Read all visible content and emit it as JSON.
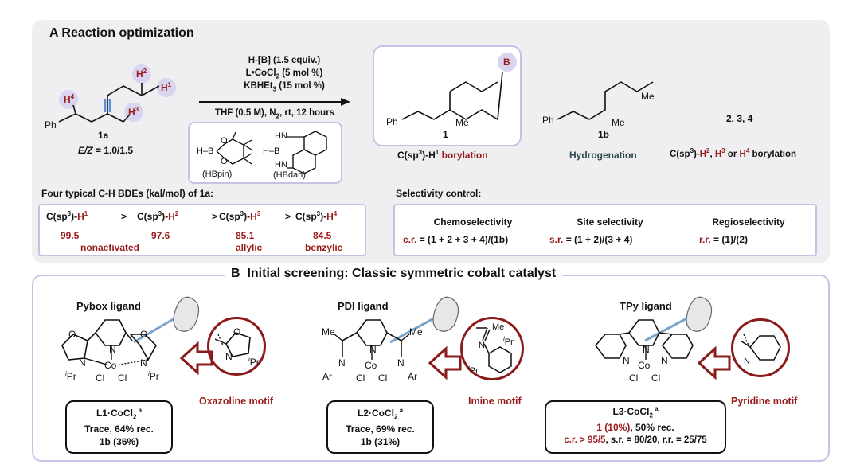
{
  "panelA": {
    "letter": "A",
    "title": "Reaction optimization",
    "substrate": {
      "label": "1a",
      "ratio_prefix": "E/Z",
      "ratio_value": " = 1.0/1.5",
      "ph": "Ph",
      "h1": "H",
      "h2": "H",
      "h3": "H",
      "h4": "H",
      "s1": "1",
      "s2": "2",
      "s3": "3",
      "s4": "4"
    },
    "conditions": {
      "line1": "H-[B] (1.5 equiv.)",
      "line2a": "L•CoCl",
      "line2b": "2",
      "line2c": " (5 mol %)",
      "line3a": "KBHEt",
      "line3b": "3",
      "line3c": " (15 mol %)",
      "line4a": "THF (0.5 M), N",
      "line4b": "2",
      "line4c": ", rt, 12 hours",
      "hbpin": "(HBpin)",
      "hbdan": "(HBdan)"
    },
    "product1": {
      "label": "1",
      "ph": "Ph",
      "me": "Me",
      "b": "B",
      "caption_a": "C(sp",
      "caption_b": "3",
      "caption_c": ")-H",
      "caption_d": "1",
      "caption_e": " borylation"
    },
    "product1b": {
      "label": "1b",
      "ph": "Ph",
      "me": "Me",
      "me2": "Me",
      "caption": "Hydrogenation"
    },
    "others": {
      "label": "2, 3, 4",
      "caption_a": "C(sp",
      "caption_b": "3",
      "caption_c": ")-",
      "caption_h2": "H",
      "caption_h2s": "2",
      "caption_mid": ", ",
      "caption_h3": "H",
      "caption_h3s": "3",
      "caption_or": " or ",
      "caption_h4": "H",
      "caption_h4s": "4",
      "caption_end": " borylation"
    },
    "bde": {
      "title": "Four typical C-H BDEs (kal/mol) of 1a:",
      "items": [
        {
          "pre": "C(sp",
          "sup": "3",
          "mid": ")-",
          "h": "H",
          "hs": "1",
          "value": "99.5"
        },
        {
          "pre": "C(sp",
          "sup": "3",
          "mid": ")-",
          "h": "H",
          "hs": "2",
          "value": "97.6"
        },
        {
          "pre": "C(sp",
          "sup": "3",
          "mid": ")-",
          "h": "H",
          "hs": "3",
          "value": "85.1"
        },
        {
          "pre": "C(sp",
          "sup": "3",
          "mid": ")-",
          "h": "H",
          "hs": "4",
          "value": "84.5"
        }
      ],
      "gt": ">",
      "tags": [
        "nonactivated",
        "allylic",
        "benzylic"
      ]
    },
    "selectivity": {
      "title": "Selectivity control:",
      "chemo": {
        "title": "Chemoselectivity",
        "abbr": "c.r.",
        "formula": " = (1 + 2 + 3 + 4)/(1b)"
      },
      "site": {
        "title": "Site selectivity",
        "abbr": "s.r.",
        "formula": " = (1 + 2)/(3 + 4)"
      },
      "regio": {
        "title": "Regioselectivity",
        "abbr": "r.r.",
        "formula": " = (1)/(2)"
      }
    }
  },
  "panelB": {
    "letter": "B",
    "title": "Initial screening: Classic symmetric cobalt catalyst",
    "ligands": [
      {
        "name": "Pybox ligand",
        "cat_a": "L1·CoCl",
        "cat_b": "2",
        "cat_c": " a",
        "r1": "Trace, 64% rec.",
        "r2": "1b (36%)",
        "motif": "Oxazoline motif",
        "ipr": "Pr",
        "ipr_i": "i"
      },
      {
        "name": "PDI ligand",
        "cat_a": "L2·CoCl",
        "cat_b": "2",
        "cat_c": " a",
        "r1": "Trace, 69% rec.",
        "r2": "1b (31%)",
        "motif": "Imine motif",
        "me": "Me",
        "ar": "Ar",
        "ipr": "Pr",
        "ipr_i": "i"
      },
      {
        "name": "TPy ligand",
        "cat_a": "L3·CoCl",
        "cat_b": "2",
        "cat_c": " a",
        "r1a": "1 (10%)",
        "r1b": ", 50% rec.",
        "r2a": "c.r. > 95/5",
        "r2b": ", s.r. = 80/20, r.r. = 25/75",
        "motif": "Pyridine motif"
      }
    ],
    "atoms": {
      "co": "Co",
      "cl": "Cl",
      "n": "N",
      "o": "O"
    }
  },
  "colors": {
    "red": "#9a1b1b",
    "panel_bg": "#efeff2",
    "lavender": "#c7c1e5",
    "h_highlight": "#d9d4f0",
    "alkene_blue": "#5b8fd6"
  }
}
